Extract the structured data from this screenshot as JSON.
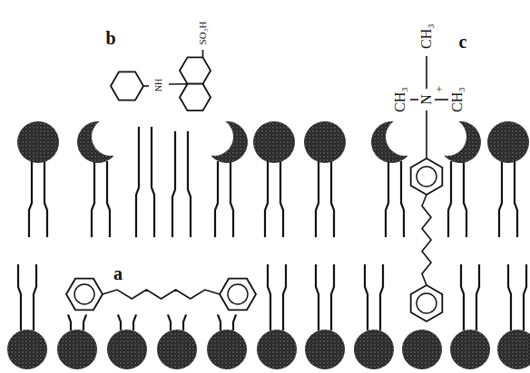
{
  "diagram": {
    "labels": [
      "CH₃",
      "c",
      "b",
      "SO₃H",
      "CH₃",
      "N",
      "+",
      "CH₃",
      "NH",
      "a"
    ]
  }
}
